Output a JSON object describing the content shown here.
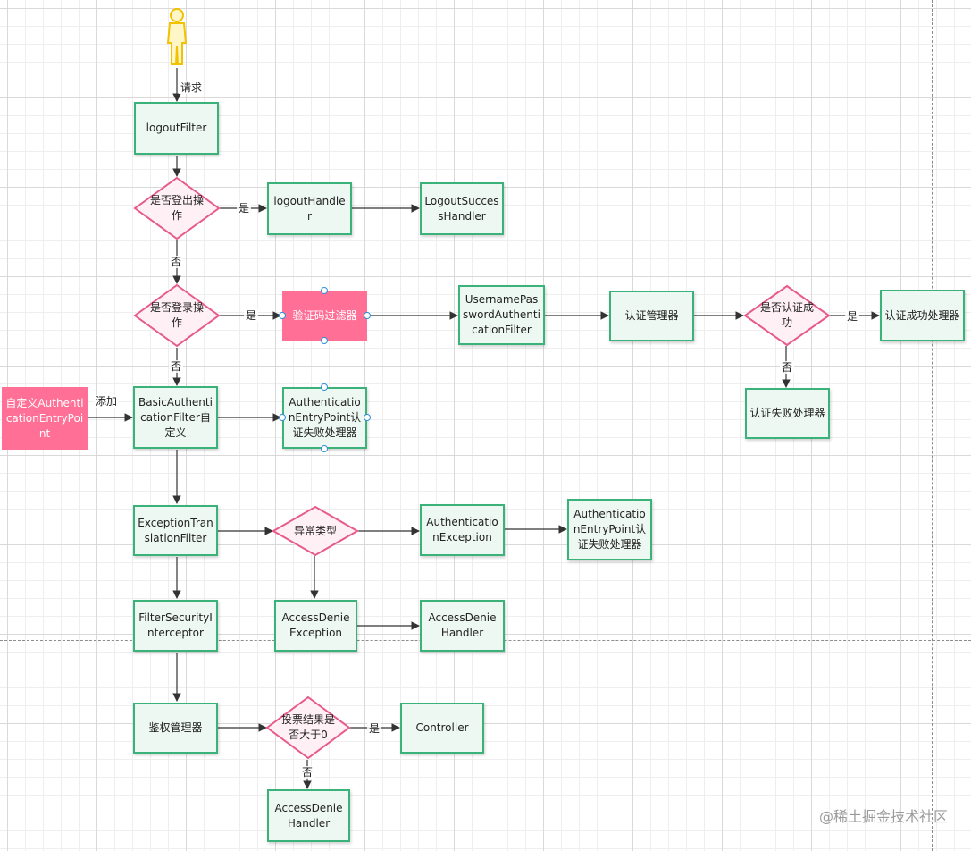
{
  "labels": {
    "request": "请求",
    "yes": "是",
    "no": "否",
    "add": "添加"
  },
  "nodes": {
    "logoutFilter": "logoutFilter",
    "isLogout": "是否登出操作",
    "logoutHandler": "logoutHandler",
    "logoutSuccessHandler": "LogoutSuccessHandler",
    "isLogin": "是否登录操作",
    "captchaFilter": "验证码过滤器",
    "upaf": "UsernamePasswordAuthenticationFilter",
    "authManager": "认证管理器",
    "isAuthSuccess": "是否认证成功",
    "authSuccessHandler": "认证成功处理器",
    "authFailHandler": "认证失败处理器",
    "customEntryPoint": "自定义AuthenticationEntryPoint",
    "basicAuthFilter": "BasicAuthenticationFilter自定义",
    "entryPointFail1": "AuthenticationEntryPoint认证失败处理器",
    "exceptionFilter": "ExceptionTranslationFilter",
    "exceptionType": "异常类型",
    "authException": "AuthenticationException",
    "entryPointFail2": "AuthenticationEntryPoint认证失败处理器",
    "filterSecurityInterceptor": "FilterSecurityInterceptor",
    "accessDeniedException": "AccessDenieException",
    "accessDeniedHandler1": "AccessDenieHandler",
    "authzManager": "鉴权管理器",
    "voteResult": "投票结果是否大于0",
    "controller": "Controller",
    "accessDeniedHandler2": "AccessDenieHandler"
  },
  "watermark": "@稀土掘金技术社区",
  "colors": {
    "boxBorder": "#3bb27a",
    "boxFill": "#eef8f2",
    "diamondBorder": "#e85a8a",
    "diamondFill": "#fff0f5",
    "pink": "#ff6f96",
    "arrow": "#333333",
    "actor": "#f2c200"
  }
}
